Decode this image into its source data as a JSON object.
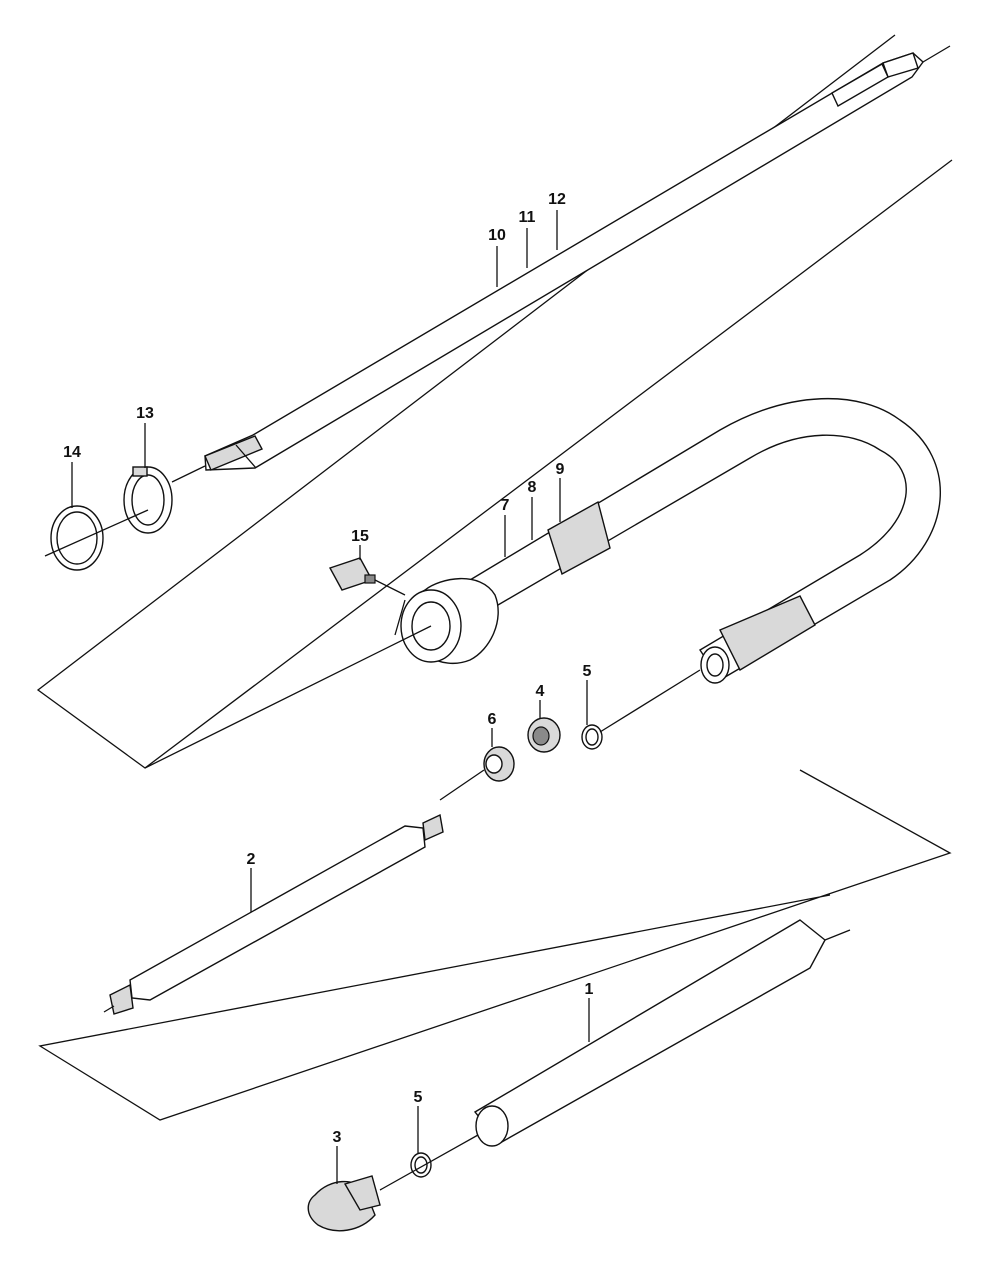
{
  "callouts": {
    "p1": "1",
    "p2": "2",
    "p3": "3",
    "p4": "4",
    "p5a": "5",
    "p5b": "5",
    "p6": "6",
    "p7": "7",
    "p8": "8",
    "p9": "9",
    "p10": "10",
    "p11": "11",
    "p12": "12",
    "p13": "13",
    "p14": "14",
    "p15": "15"
  }
}
